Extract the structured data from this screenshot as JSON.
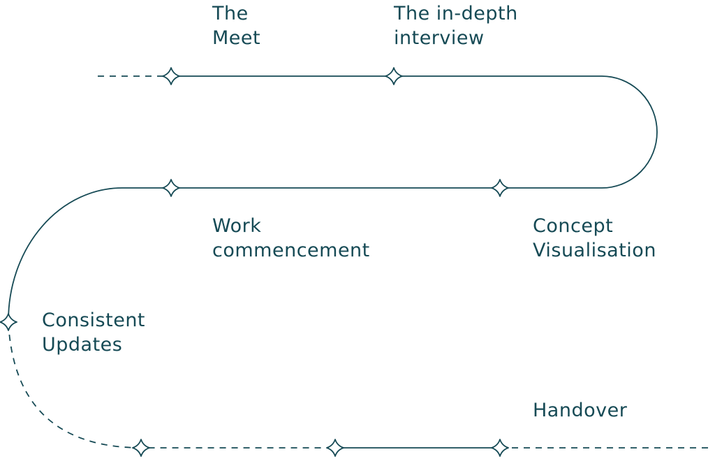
{
  "colors": {
    "ink": "#164a55",
    "background": "#ffffff"
  },
  "milestones": [
    {
      "id": "meet",
      "lines": [
        "The",
        "Meet"
      ]
    },
    {
      "id": "interview",
      "lines": [
        "The in-depth",
        "interview"
      ]
    },
    {
      "id": "concept",
      "lines": [
        "Concept",
        "Visualisation"
      ]
    },
    {
      "id": "work",
      "lines": [
        "Work",
        "commencement"
      ]
    },
    {
      "id": "updates",
      "lines": [
        "Consistent",
        "Updates"
      ]
    },
    {
      "id": "handover",
      "lines": [
        "Handover"
      ]
    }
  ],
  "marker_icon": "four-point-star-icon"
}
